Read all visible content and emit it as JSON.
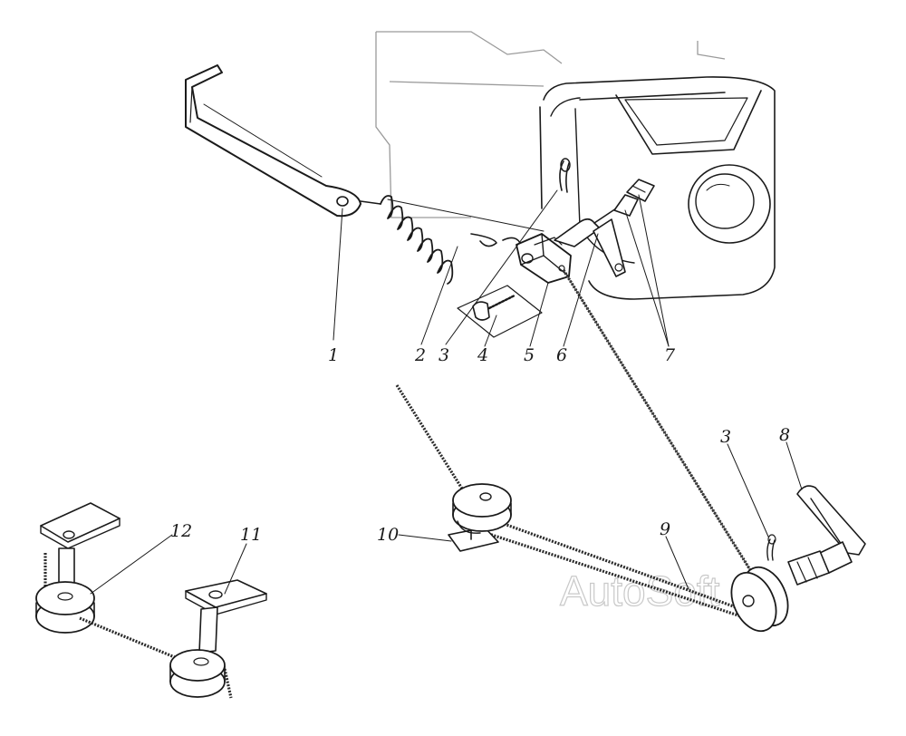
{
  "watermark": "AutoSoft",
  "callouts": [
    {
      "id": "c1",
      "text": "1"
    },
    {
      "id": "c2",
      "text": "2"
    },
    {
      "id": "c3a",
      "text": "3"
    },
    {
      "id": "c4",
      "text": "4"
    },
    {
      "id": "c5",
      "text": "5"
    },
    {
      "id": "c6",
      "text": "6"
    },
    {
      "id": "c7",
      "text": "7"
    },
    {
      "id": "c3b",
      "text": "3"
    },
    {
      "id": "c8",
      "text": "8"
    },
    {
      "id": "c9",
      "text": "9"
    },
    {
      "id": "c10",
      "text": "10"
    },
    {
      "id": "c11",
      "text": "11"
    },
    {
      "id": "c12",
      "text": "12"
    }
  ]
}
